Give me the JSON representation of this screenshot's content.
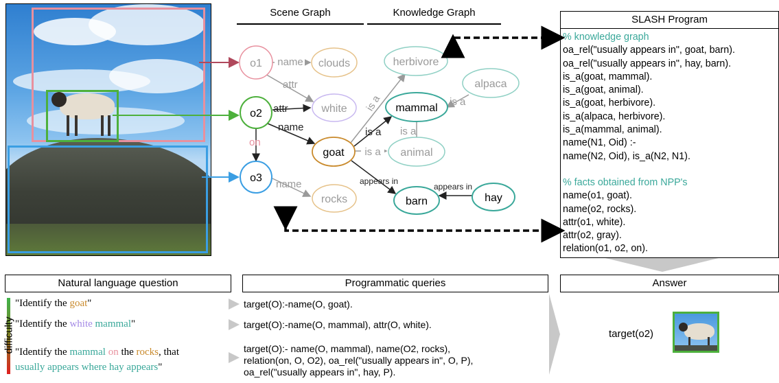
{
  "headers": {
    "scene_graph": "Scene Graph",
    "knowledge_graph": "Knowledge Graph"
  },
  "graph": {
    "nodes": {
      "o1": "o1",
      "o2": "o2",
      "o3": "o3",
      "clouds": "clouds",
      "white": "white",
      "goat": "goat",
      "rocks": "rocks",
      "herbivore": "herbivore",
      "mammal": "mammal",
      "alpaca": "alpaca",
      "animal": "animal",
      "barn": "barn",
      "hay": "hay"
    },
    "edges": {
      "name": "name",
      "attr": "attr",
      "on": "on",
      "is_a": "is a",
      "appears_in": "appears in"
    }
  },
  "slash": {
    "title": "SLASH Program",
    "kg_comment": "% knowledge graph",
    "kg_lines": [
      "oa_rel(\"usually appears in\", goat, barn).",
      "oa_rel(\"usually appears in\", hay, barn).",
      "is_a(goat, mammal).",
      "is_a(goat, animal).",
      "is_a(goat, herbivore).",
      "is_a(alpaca, herbivore).",
      "is_a(mammal, animal).",
      "name(N1, Oid) :-",
      "name(N2, Oid), is_a(N2, N1)."
    ],
    "npp_comment": "% facts obtained from NPP's",
    "npp_lines": [
      "name(o1, goat).",
      "name(o2, rocks).",
      "attr(o1, white).",
      "attr(o2, gray).",
      "relation(o1, o2, on)."
    ]
  },
  "nlq": {
    "title": "Natural language question",
    "difficulty_label": "difficulty",
    "q1": {
      "a": "\"Identify the ",
      "b": "goat",
      "c": "\""
    },
    "q2": {
      "a": "\"Identify the ",
      "b": "white",
      "c": " ",
      "d": "mammal",
      "e": "\""
    },
    "q3": {
      "a": "\"Identify the ",
      "b": "mammal",
      "c": " ",
      "d": "on",
      "e": " the ",
      "f": "rocks",
      "g": ", that",
      "h": "usually appears where hay appears",
      "i": "\""
    }
  },
  "queries": {
    "title": "Programmatic queries",
    "q1": "target(O):-name(O, goat).",
    "q2": "target(O):-name(O, mammal), attr(O, white).",
    "q3_lines": [
      "target(O):- name(O, mammal), name(O2, rocks),",
      "relation(on, O, O2), oa_rel(\"usually appears in\", O, P),",
      "oa_rel(\"usually appears in\", hay, P)."
    ]
  },
  "answer": {
    "title": "Answer",
    "text": "target(o2)"
  },
  "colors": {
    "pink": "#e8909e",
    "green": "#4db03c",
    "blue": "#3a9ee3",
    "brown": "#c98a2c",
    "purple": "#a48ae6",
    "teal": "#3aa89a",
    "gray": "#9a9a9a",
    "dark": "#222222"
  }
}
